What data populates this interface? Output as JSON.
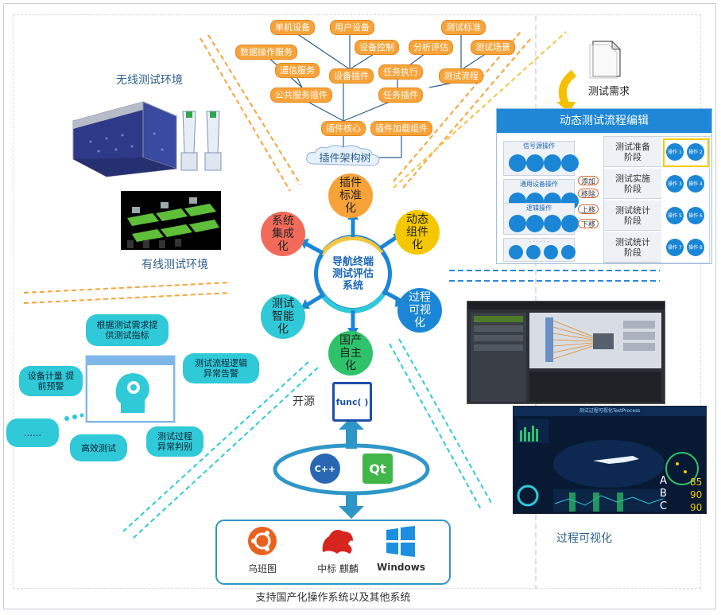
{
  "plugin_tree": {
    "nodes": [
      "单机设备",
      "用户设备",
      "测试标准",
      "数据操作服务",
      "设备控制",
      "分析评估",
      "测试场景",
      "通信服务",
      "设备插件",
      "任务执行",
      "测试流程",
      "公共服务插件",
      "任务插件",
      "插件核心",
      "插件加载组件"
    ],
    "root": "插件架构树"
  },
  "hubs": {
    "center": "导航终端 测试评估 系统",
    "plugin_std": "插件 标准化",
    "dynamic": "动态 组件化",
    "visual": "过程 可视化",
    "domestic": "国产 自主化",
    "smart": "测试 智能化",
    "system": "系统 集成化"
  },
  "left_top": {
    "wireless_label": "无线测试环境",
    "wired_label": "有线测试环境"
  },
  "ai_bubbles": {
    "b1": "根据测试需求提 供测试指标",
    "b2": "测试流程逻辑 异常告警",
    "b3": "设备计量 提前预警",
    "b4": "……",
    "b5": "高效测试",
    "b6": "测试过程 异常判别"
  },
  "open_source": {
    "label": "开源",
    "func_label": "func( )",
    "qt_label": "Qt",
    "cpp_label": "C++"
  },
  "os": {
    "ubuntu": "乌班图",
    "kylin": "中标 麒麟",
    "windows": "Windows",
    "caption": "支持国产化操作系统以及其他系统"
  },
  "right": {
    "req_label": "测试需求",
    "editor_title": "动态测试流程编辑",
    "groups": [
      "信号源操作",
      "通用设备操作",
      "逻辑操作"
    ],
    "group_dots": "· · · · · ·",
    "side_buttons": [
      "添加",
      "移除",
      "上移",
      "下移"
    ],
    "stages": [
      "测试准备 阶段",
      "测试实施 阶段",
      "测试统计 阶段",
      "测试统计 阶段"
    ],
    "ops": [
      [
        "操作 1",
        "操作 2"
      ],
      [
        "操作 3",
        "操作 4"
      ],
      [
        "操作 5",
        "操作 6"
      ],
      [
        "操作 7",
        "操作 8"
      ]
    ],
    "screen2_title": "测试过程可视化TestProcess",
    "abc": [
      "A",
      "B",
      "C"
    ],
    "abc_vals": [
      "85",
      "90",
      "90"
    ],
    "vis_caption": "过程可视化"
  },
  "colors": {
    "orange": "#f7a33a",
    "teal": "#2fc9d8",
    "blue": "#1b86d6",
    "editor_blue": "#1f87d6"
  }
}
